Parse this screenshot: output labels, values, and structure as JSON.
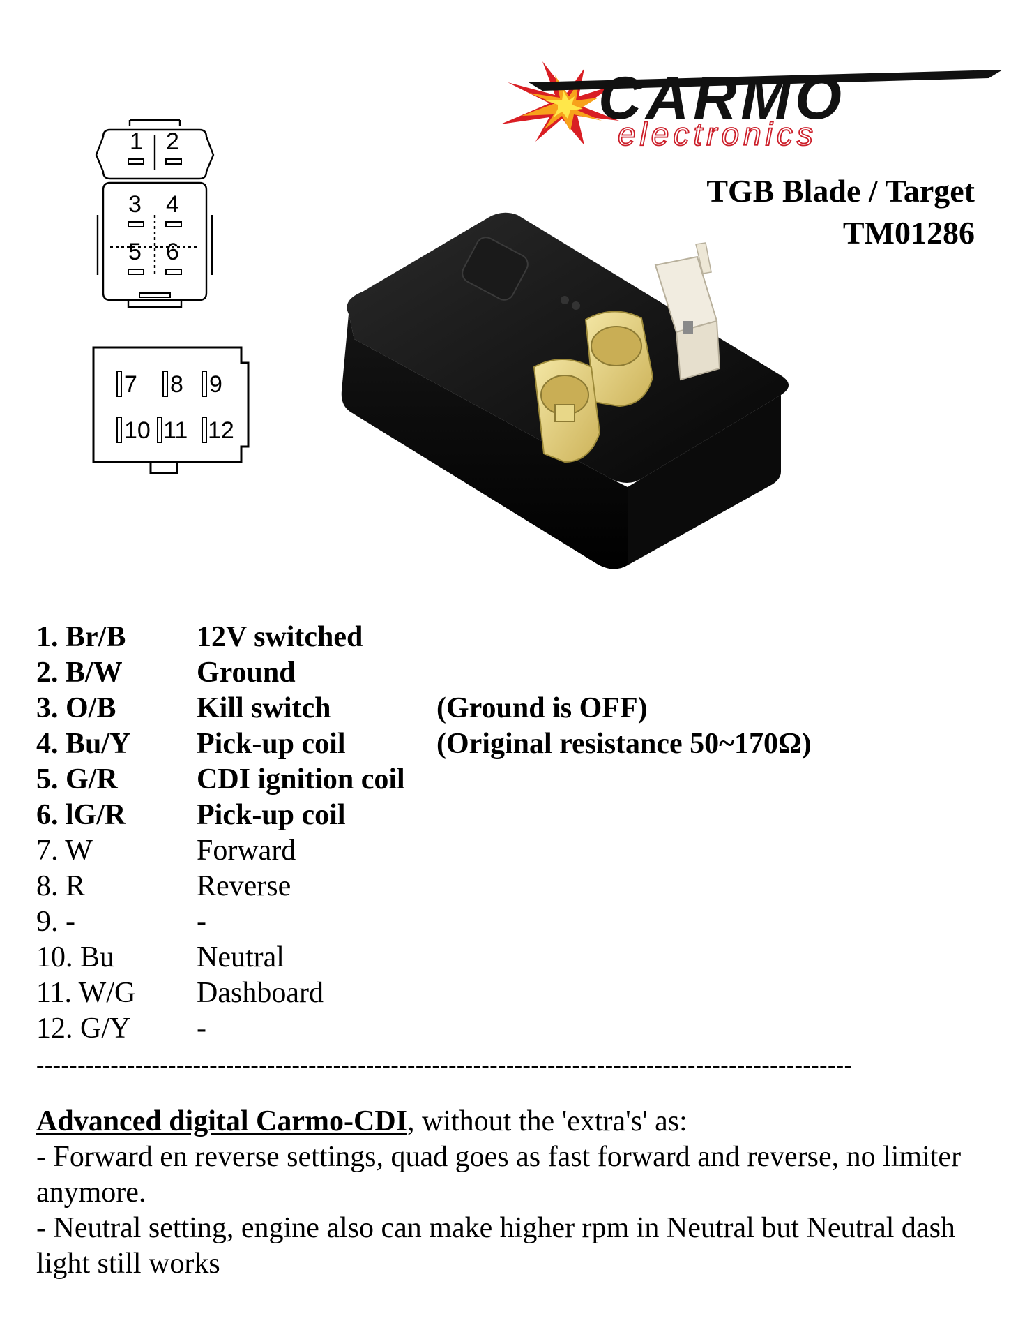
{
  "logo": {
    "brand": "CARMO",
    "sub": "electronics",
    "accent": "#cc1f2a"
  },
  "title": {
    "line1": "TGB Blade / Target",
    "line2": "TM01286"
  },
  "connector_a": {
    "pins": [
      "1",
      "2",
      "3",
      "4",
      "5",
      "6"
    ]
  },
  "connector_b": {
    "pins": [
      "7",
      "8",
      "9",
      "10",
      "11",
      "12"
    ]
  },
  "pins": [
    {
      "code": "1. Br/B",
      "function": "12V switched",
      "note": "",
      "bold": true
    },
    {
      "code": "2. B/W",
      "function": "Ground",
      "note": "",
      "bold": true
    },
    {
      "code": "3. O/B",
      "function": "Kill switch",
      "note": "(Ground is OFF)",
      "bold": true
    },
    {
      "code": "4. Bu/Y",
      "function": "Pick-up coil",
      "note": "(Original resistance 50~170Ω)",
      "bold": true
    },
    {
      "code": "5. G/R",
      "function": "CDI ignition coil",
      "note": "",
      "bold": true
    },
    {
      "code": "6. lG/R",
      "function": "Pick-up coil",
      "note": "",
      "bold": true
    },
    {
      "code": "7. W",
      "function": "Forward",
      "note": "",
      "bold": false
    },
    {
      "code": "8. R",
      "function": "Reverse",
      "note": "",
      "bold": false
    },
    {
      "code": "9. -",
      "function": "-",
      "note": "",
      "bold": false
    },
    {
      "code": "10. Bu",
      "function": "Neutral",
      "note": "",
      "bold": false
    },
    {
      "code": "11. W/G",
      "function": "Dashboard",
      "note": "",
      "bold": false
    },
    {
      "code": "12. G/Y",
      "function": "-",
      "note": "",
      "bold": false
    }
  ],
  "divider": "---------------------------------------------------------------------------------------------------",
  "description": {
    "lead": "Advanced digital Carmo-CDI",
    "lead_rest": ", without the 'extra's' as:",
    "line1": "- Forward en reverse settings, quad goes as fast forward and reverse, no limiter anymore.",
    "line2": "- Neutral setting, engine also can make higher rpm in Neutral but Neutral dash light still works"
  }
}
